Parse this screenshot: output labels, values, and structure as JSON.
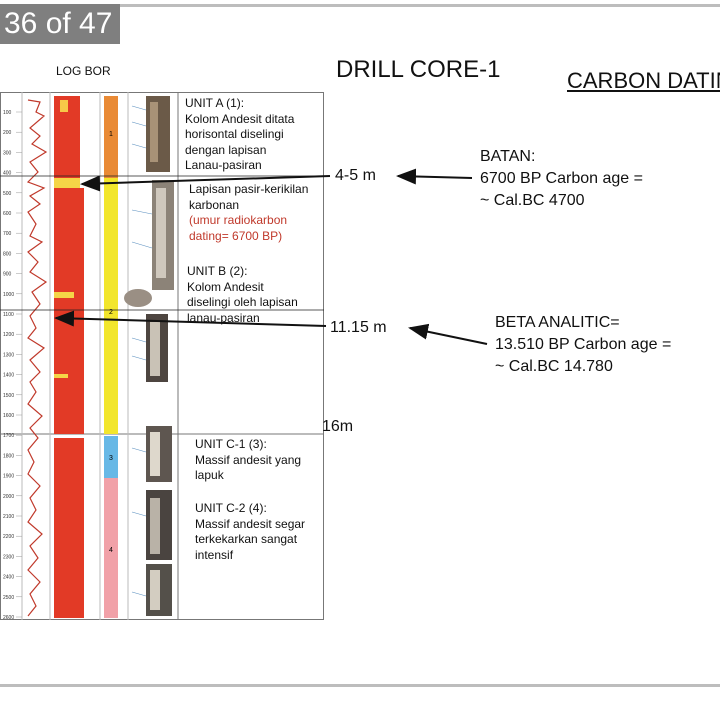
{
  "slide_counter": "36 of 47",
  "log_label": "LOG BOR",
  "title": "DRILL CORE-1",
  "carbon_title": "CARBON DATIN",
  "depth_ticks": [
    "100",
    "200",
    "300",
    "400",
    "500",
    "600",
    "700",
    "800",
    "900",
    "1000",
    "1100",
    "1200",
    "1300",
    "1400",
    "1500",
    "1600",
    "1700",
    "1800",
    "1900",
    "2000",
    "2100",
    "2200",
    "2300",
    "2400",
    "2500",
    "2600"
  ],
  "unit_numbers": [
    "1",
    "2",
    "3",
    "4"
  ],
  "units": {
    "a": {
      "title": "UNIT A (1):",
      "lines": [
        "Kolom Andesit ditata",
        "horisontal diselingi",
        "dengan  lapisan",
        "Lanau-pasiran"
      ]
    },
    "sand": {
      "lines": [
        "Lapisan pasir-kerikilan",
        "karbonan"
      ],
      "red_lines": [
        "(umur radiokarbon",
        "dating= 6700 BP)"
      ]
    },
    "b": {
      "title": "UNIT B (2):",
      "lines": [
        "Kolom Andesit",
        "diselingi oleh lapisan",
        "lanau-pasiran"
      ]
    },
    "c1": {
      "title": "UNIT C-1 (3):",
      "lines": [
        "Massif andesit yang",
        "lapuk"
      ]
    },
    "c2": {
      "title": "UNIT C-2 (4):",
      "lines": [
        "Massif andesit segar",
        "terkekarkan sangat",
        "intensif"
      ]
    }
  },
  "depth_markers": {
    "m1": "4-5 m",
    "m2": "11.15 m",
    "m3": "16m"
  },
  "batan": {
    "lines": [
      "BATAN:",
      "6700 BP Carbon age =",
      "~  Cal.BC 4700"
    ]
  },
  "beta": {
    "lines": [
      "BETA ANALITIC=",
      "13.510  BP Carbon age =",
      "~ Cal.BC 14.780"
    ]
  }
}
